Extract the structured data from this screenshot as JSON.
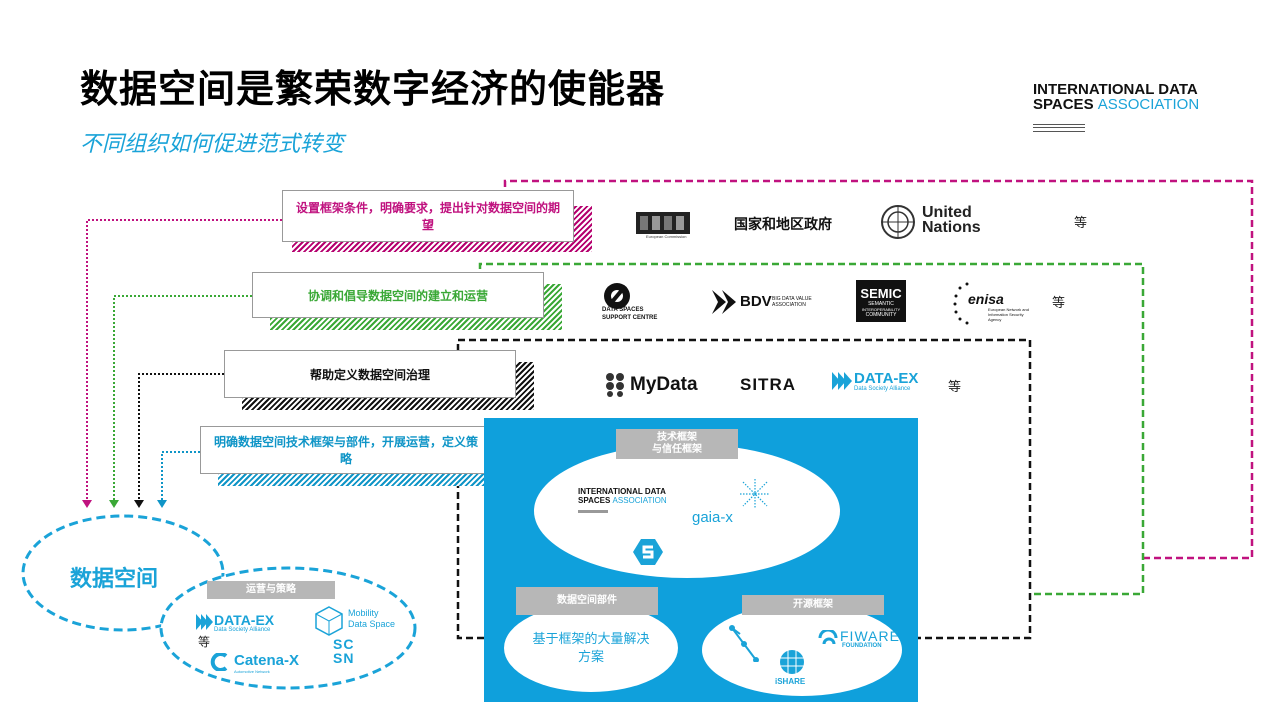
{
  "header": {
    "title": "数据空间是繁荣数字经济的使能器",
    "subtitle": "不同组织如何促进范式转变",
    "brand_line1": "INTERNATIONAL DATA",
    "brand_line2_a": "SPACES ",
    "brand_line2_b": "ASSOCIATION"
  },
  "roles": [
    {
      "label": "设置框架条件，明确要求，提出针对数据空间的期望",
      "color": "#c0127f"
    },
    {
      "label": "协调和倡导数据空间的建立和运营",
      "color": "#3aa836"
    },
    {
      "label": "帮助定义数据空间治理",
      "color": "#111111"
    },
    {
      "label": "明确数据空间技术框架与部件，开展运营，定义策略",
      "color": "#0f95c7"
    }
  ],
  "tier1": {
    "eu_caption": "European Commission",
    "gov": "国家和地区政府",
    "un_line1": "United",
    "un_line2": "Nations",
    "etc": "等"
  },
  "tier2": {
    "dssc_line1": "DATA SPACES",
    "dssc_line2": "SUPPORT CENTRE",
    "bdv": "BDV",
    "bdv_sub": "BIG DATA VALUE ASSOCIATION",
    "semic": "SEMIC",
    "semic_sub1": "SEMANTIC",
    "semic_sub2": "INTEROPERABILITY",
    "semic_sub3": "COMMUNITY",
    "enisa": "enisa",
    "enisa_sub": "European Network and Information Security Agency",
    "etc": "等"
  },
  "tier3": {
    "mydata": "MyData",
    "sitra": "SITRA",
    "dataex": "DATA-EX",
    "dataex_sub": "Data Society Alliance",
    "etc": "等"
  },
  "tech": {
    "tag": "技术框架\n与信任框架",
    "ids_line1": "INTERNATIONAL DATA",
    "ids_line2_a": "SPACES ",
    "ids_line2_b": "ASSOCIATION",
    "gaiax": "gaia-x"
  },
  "components": {
    "tag": "数据空间部件",
    "text": "基于框架的大量解决方案"
  },
  "opensource": {
    "tag": "开源框架",
    "fiware": "FIWARE",
    "fiware_sub": "FOUNDATION",
    "ishare": "iSHARE"
  },
  "dataspace": {
    "label": "数据空间",
    "ops_tag": "运营与策略",
    "dataex": "DATA-EX",
    "dataex_sub": "Data Society Alliance",
    "mobility_line1": "Mobility",
    "mobility_line2": "Data Space",
    "etc": "等",
    "catenax": "Catena-X",
    "catenax_sub": "Automotive Network",
    "scsn_1": "SC",
    "scsn_2": "SN"
  },
  "colors": {
    "magenta": "#c0127f",
    "green": "#3aa836",
    "black": "#111111",
    "blue": "#0fa0dc"
  }
}
